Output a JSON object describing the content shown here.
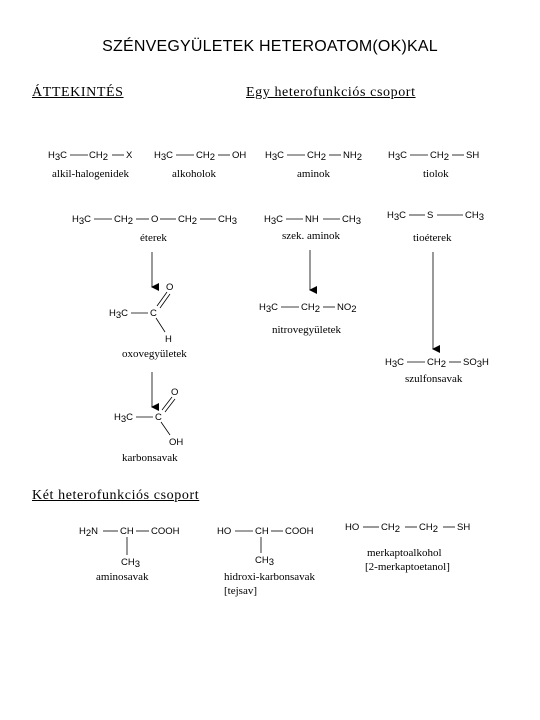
{
  "title": "SZÉNVEGYÜLETEK HETEROATOM(OK)KAL",
  "headings": {
    "overview": "ÁTTEKINTÉS",
    "one_group": "Egy heterofunkciós csoport",
    "two_groups": "Két heterofunkciós csoport"
  },
  "labels": {
    "alkyl_halides": "alkil-halogenidek",
    "alcohols": "alkoholok",
    "amines": "aminok",
    "thiols": "tiolok",
    "ethers": "éterek",
    "sec_amines": "szek. aminok",
    "thioethers": "tioéterek",
    "oxo": "oxovegyületek",
    "nitro": "nitrovegyületek",
    "sulfonic": "szulfonsavak",
    "carboxylic": "karbonsavak",
    "amino_acids": "aminosavak",
    "hydroxy_acids": "hidroxi-karbonsavak",
    "lactic": "[tejsav]",
    "mercaptoalcohol": "merkaptoalkohol",
    "mercaptoethanol": "[2-merkaptoetanol]"
  },
  "atoms": {
    "H": "H",
    "C": "C",
    "X": "X",
    "O": "O",
    "N": "N",
    "S": "S",
    "CH": "CH",
    "CH2": "CH",
    "CH3": "CH",
    "H3": "H",
    "NH": "NH",
    "NH2": "NH",
    "OH": "OH",
    "SH": "SH",
    "NO2": "NO",
    "SO3H": "SO",
    "COOH": "COOH",
    "HO": "HO",
    "H2N": "H",
    "N_right": "N",
    "H_end": "H",
    "sub2": "2",
    "sub3": "3"
  }
}
